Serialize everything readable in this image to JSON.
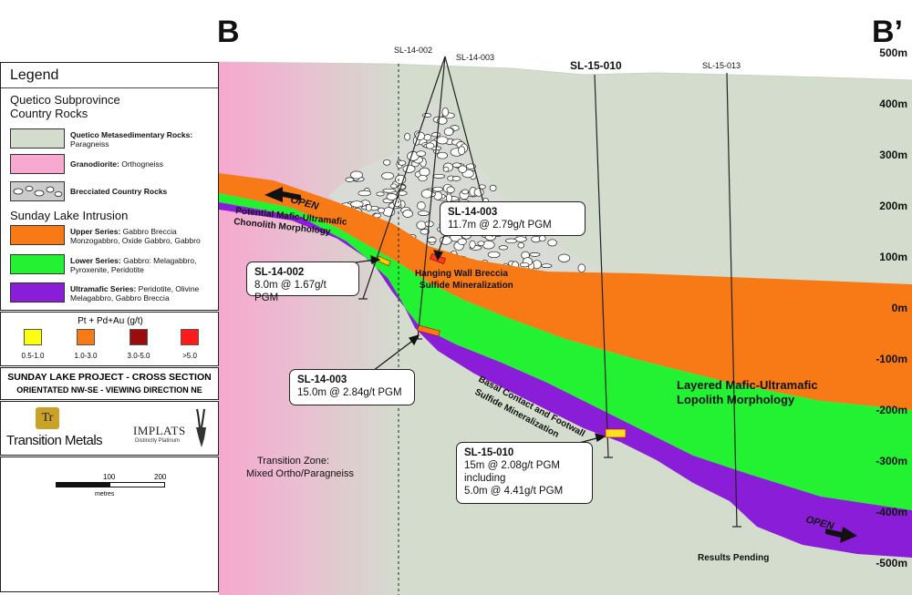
{
  "section": {
    "left_label": "B",
    "right_label": "B’"
  },
  "legend": {
    "title": "Legend",
    "group1": "Quetico Subprovince Country Rocks",
    "group2": "Sunday Lake Intrusion",
    "units": [
      {
        "bold": "Quetico Metasedimentary Rocks:",
        "text": " Paragneiss",
        "color": "#d3dccd"
      },
      {
        "bold": "Granodiorite:",
        "text": " Orthogneiss",
        "color": "#f7a9cf"
      },
      {
        "bold": "Brecciated Country Rocks",
        "text": "",
        "color": "#cccccc"
      },
      {
        "bold": "Upper Series:",
        "text": " Gabbro Breccia Monzogabbro, Oxide Gabbro, Gabbro",
        "color": "#f87a17"
      },
      {
        "bold": "Lower Series:",
        "text": " Gabbro: Melagabbro, Pyroxenite, Peridotite",
        "color": "#22f232"
      },
      {
        "bold": "Ultramafic Series:",
        "text": " Peridotite, Olivine Melagabbro, Gabbro Breccia",
        "color": "#8a1ed8"
      }
    ]
  },
  "grade": {
    "title": "Pt + Pd+Au (g/t)",
    "ranges": [
      {
        "label": "0.5-1.0",
        "color": "#ffff10"
      },
      {
        "label": "1.0-3.0",
        "color": "#f87a17"
      },
      {
        "label": "3.0-5.0",
        "color": "#9b0d0d"
      },
      {
        "label": ">5.0",
        "color": "#ff1a1a"
      }
    ]
  },
  "project": {
    "line1": "SUNDAY LAKE PROJECT - CROSS SECTION",
    "line2": "ORIENTATED NW-SE - VIEWING DIRECTION NE"
  },
  "logos": {
    "transition": "Transition Metals",
    "transition_mark": "Tr",
    "implats": "IMPLATS",
    "implats_sub": "Distinctly Platinum"
  },
  "scale": {
    "tick_mid": "100",
    "tick_end": "200",
    "unit": "metres"
  },
  "elevations": [
    "500m",
    "400m",
    "300m",
    "200m",
    "100m",
    "0m",
    "-100m",
    "-200m",
    "-300m",
    "-400m",
    "-500m"
  ],
  "holes": [
    "SL-14-002",
    "SL-14-003",
    "SL-15-010",
    "SL-15-013"
  ],
  "callouts": {
    "sl14003_upper": {
      "title": "SL-14-003",
      "line1": "11.7m @ 2.79g/t PGM"
    },
    "sl14002": {
      "title": "SL-14-002",
      "line1": "8.0m @ 1.67g/t PGM"
    },
    "sl14003_lower": {
      "title": "SL-14-003",
      "line1": "15.0m @ 2.84g/t PGM"
    },
    "sl15010": {
      "title": "SL-15-010",
      "line1": "15m @ 2.08g/t PGM",
      "line2": "including",
      "line3": "5.0m @ 4.41g/t PGM"
    }
  },
  "labels": {
    "open_upper": "OPEN",
    "open_lower": "OPEN",
    "chonolith": [
      "Potential Mafic-Ultramafic",
      "Chonolith Morphology"
    ],
    "hanging_wall": [
      "Hanging Wall Breccia",
      "Sulfide Mineralization"
    ],
    "basal": [
      "Basal Contact and Footwall",
      "Sulfide Mineralization"
    ],
    "lopolith": [
      "Layered Mafic-Ultramafic",
      "Lopolith Morphology"
    ],
    "transition_zone": [
      "Transition Zone:",
      "Mixed Ortho/Paragneiss"
    ],
    "results_pending": "Results Pending"
  }
}
